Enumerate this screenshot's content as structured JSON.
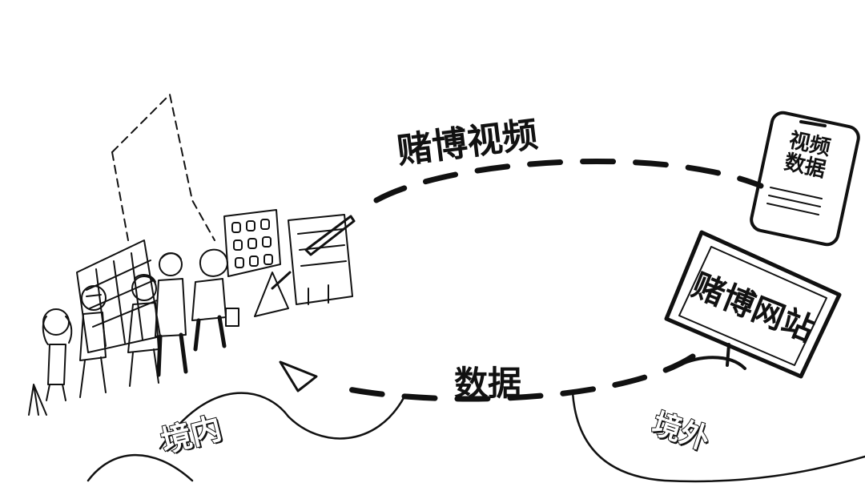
{
  "labels": {
    "gambling_video": "赌博视频",
    "video_data": "视频\n数据",
    "gambling_site": "赌博网站",
    "data": "数据",
    "domestic": "境内",
    "overseas": "境外"
  },
  "colors": {
    "ink": "#111111",
    "paper": "#ffffff"
  }
}
